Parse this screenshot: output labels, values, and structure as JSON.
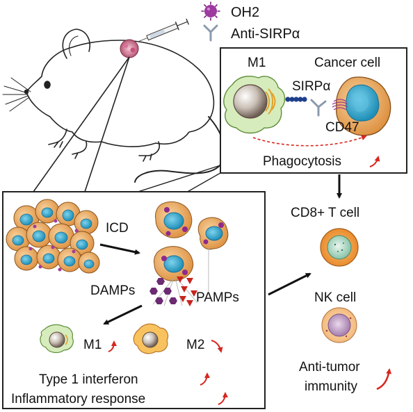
{
  "legend": {
    "virus_label": "OH2",
    "antibody_label": "Anti-SIRPα"
  },
  "inset": {
    "m1_label": "M1",
    "cancer_cell_label": "Cancer cell",
    "sirpa_label": "SIRPα",
    "cd47_label": "CD47",
    "phagocytosis_label": "Phagocytosis"
  },
  "tumor_panel": {
    "icd_label": "ICD",
    "damps_label": "DAMPs",
    "pamps_label": "PAMPs",
    "m1_label": "M1",
    "m2_label": "M2",
    "interferon_label": "Type 1 interferon",
    "inflammatory_label": "Inflammatory response"
  },
  "immune": {
    "cd8_label": "CD8+ T cell",
    "nk_label": "NK cell",
    "antitumor_line1": "Anti-tumor",
    "antitumor_line2": "immunity"
  },
  "colors": {
    "accent_red": "#d7261e",
    "cancer_cytoplasm": "#e8a456",
    "cancer_nucleus": "#2ea3c9",
    "virus_purple": "#8e2a8c",
    "m1_green": "#c9e2a8",
    "m2_orange": "#f6b24a",
    "tcell_orange": "#f0a03c",
    "nk_purple": "#b48ab8"
  }
}
